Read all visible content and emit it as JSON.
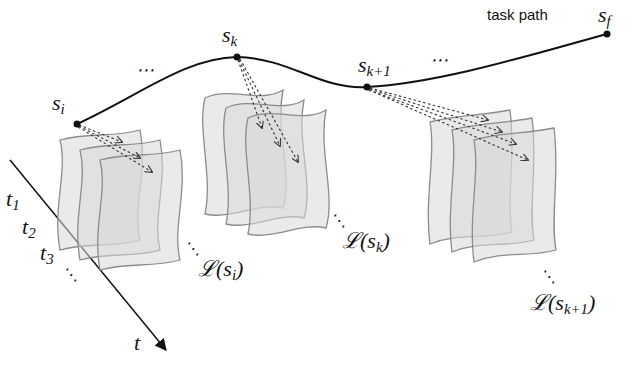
{
  "diagram": {
    "labels": [
      "task path",
      "si",
      "⋯",
      "sk",
      "sk+1",
      "⋯",
      "sf",
      "t1",
      "t2",
      "t3",
      "⋱",
      "t",
      "⋱",
      "ℒ(si)",
      "⋱",
      "ℒ(sk)",
      "⋱",
      "ℒ(sk+1)"
    ]
  }
}
